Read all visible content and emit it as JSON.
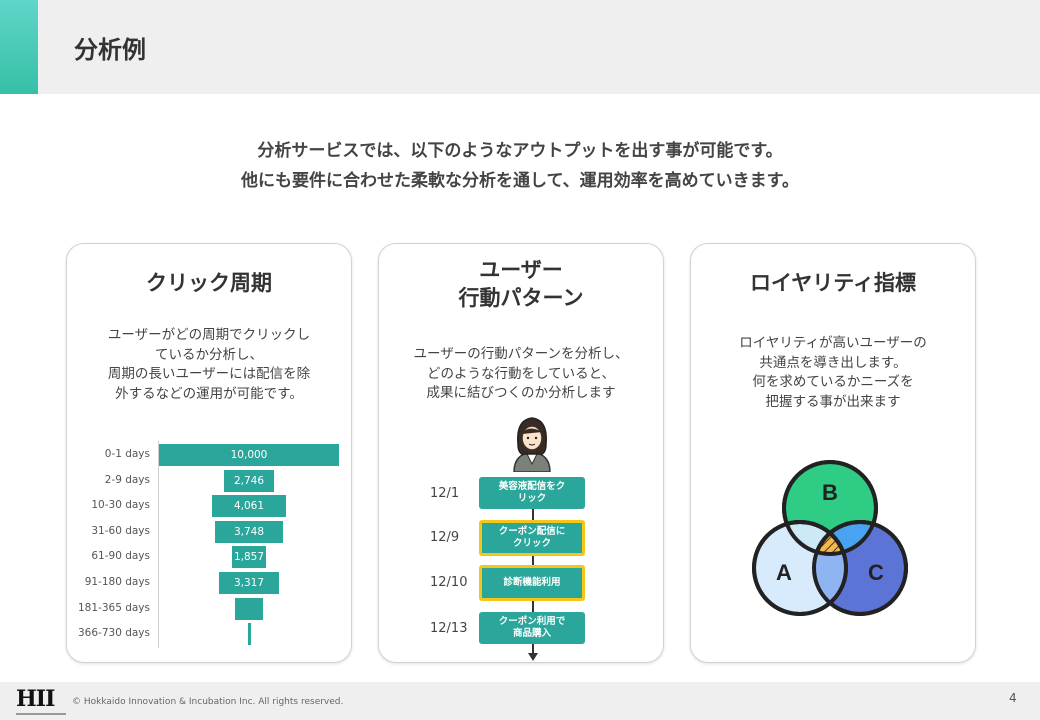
{
  "page": {
    "title": "分析例",
    "intro_line1": "分析サービスでは、以下のようなアウトプットを出す事が可能です。",
    "intro_line2": "他にも要件に合わせた柔軟な分析を通して、運用効率を高めていきます。"
  },
  "cards": {
    "click_cycle": {
      "title": "クリック周期",
      "desc": [
        "ユーザーがどの周期でクリックし",
        "ているか分析し、",
        "周期の長いユーザーには配信を除",
        "外するなどの運用が可能です。"
      ]
    },
    "behavior": {
      "title_line1": "ユーザー",
      "title_line2": "行動パターン",
      "desc": [
        "ユーザーの行動パターンを分析し、",
        "どのような行動をしていると、",
        "成果に結びつくのか分析します"
      ],
      "timeline": [
        {
          "date": "12/1",
          "label_lines": [
            "美容液配信をク",
            "リック"
          ],
          "highlight": false
        },
        {
          "date": "12/9",
          "label_lines": [
            "クーポン配信に",
            "クリック"
          ],
          "highlight": true
        },
        {
          "date": "12/10",
          "label_lines": [
            "診断機能利用"
          ],
          "highlight": true
        },
        {
          "date": "12/13",
          "label_lines": [
            "クーポン利用で",
            "商品購入"
          ],
          "highlight": false
        }
      ]
    },
    "loyalty": {
      "title": "ロイヤリティ指標",
      "desc": [
        "ロイヤリティが高いユーザーの",
        "共通点を導き出します。",
        "何を求めているかニーズを",
        "把握する事が出来ます"
      ],
      "venn_labels": [
        "B",
        "A",
        "C"
      ]
    }
  },
  "chart_data": {
    "type": "bar",
    "orientation": "horizontal-funnel",
    "categories": [
      "0-1 days",
      "2-9 days",
      "10-30 days",
      "31-60 days",
      "61-90 days",
      "91-180 days",
      "181-365 days",
      "366-730 days"
    ],
    "values": [
      10000,
      2746,
      4061,
      3748,
      1857,
      3317,
      null,
      null
    ],
    "value_labels": [
      "10,000",
      "2,746",
      "4,061",
      "3,748",
      "1,857",
      "3,317",
      "",
      ""
    ],
    "bar_color": "#2aa79a"
  },
  "footer": {
    "logo": "HII",
    "copyright": "© Hokkaido Innovation & Incubation Inc. All rights reserved.",
    "page_number": "4"
  },
  "colors": {
    "accent": "#36bfa7",
    "teal": "#2aa79a",
    "highlight": "#f5c518",
    "venn_b": "#2ecc85",
    "venn_a": "#cfe6fb",
    "venn_c": "#5b74d6"
  }
}
